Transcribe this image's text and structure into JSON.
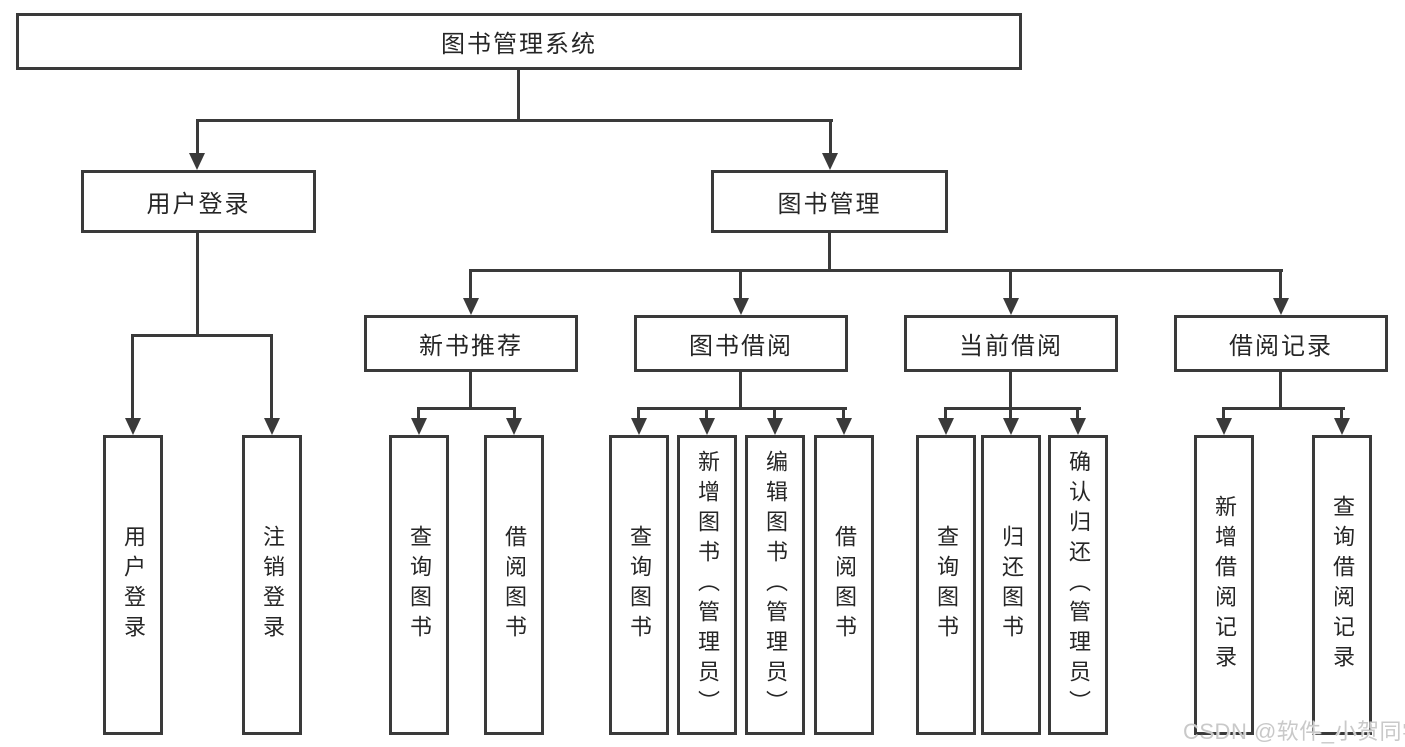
{
  "colors": {
    "stroke": "#3a3a3a",
    "text": "#262626",
    "background": "#ffffff",
    "watermark": "#c9c9c9"
  },
  "watermark": "CSDN @软件_小贺同学",
  "nodes": {
    "root": "图书管理系统",
    "user_login": "用户登录",
    "book_management": "图书管理",
    "new_book_recommend": "新书推荐",
    "book_borrow": "图书借阅",
    "current_borrow": "当前借阅",
    "borrow_record": "借阅记录",
    "leaf_user_login": "用户登录",
    "leaf_logout": "注销登录",
    "leaf_query_book_1": "查询图书",
    "leaf_borrow_book_1": "借阅图书",
    "leaf_query_book_2": "查询图书",
    "leaf_add_book_admin": "新增图书（管理员）",
    "leaf_edit_book_admin": "编辑图书（管理员）",
    "leaf_borrow_book_2": "借阅图书",
    "leaf_query_book_3": "查询图书",
    "leaf_return_book": "归还图书",
    "leaf_confirm_return_admin": "确认归还（管理员）",
    "leaf_add_borrow_record": "新增借阅记录",
    "leaf_query_borrow_record": "查询借阅记录"
  }
}
